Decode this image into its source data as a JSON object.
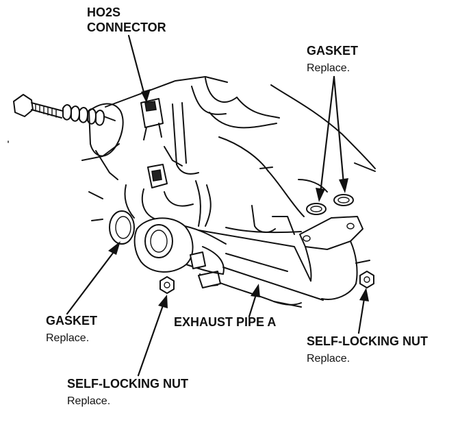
{
  "labels": {
    "ho2s_connector": {
      "line1": "HO2S",
      "line2": "CONNECTOR"
    },
    "gasket_top": {
      "title": "GASKET",
      "note": "Replace."
    },
    "gasket_left": {
      "title": "GASKET",
      "note": "Replace."
    },
    "exhaust_pipe": {
      "title": "EXHAUST PIPE A"
    },
    "nut_right": {
      "title": "SELF-LOCKING NUT",
      "note": "Replace."
    },
    "nut_left": {
      "title": "SELF-LOCKING NUT",
      "note": "Replace."
    }
  },
  "colors": {
    "ink": "#111111",
    "paper": "#ffffff"
  }
}
